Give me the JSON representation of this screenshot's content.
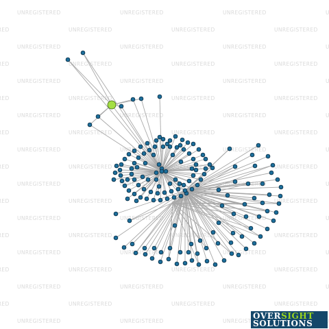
{
  "watermark": {
    "text": "UNREGISTERED"
  },
  "colors": {
    "background": "#ffffff",
    "edge": "#a8a8a8",
    "node_fill": "#1d6e9a",
    "node_stroke": "#0a2c42",
    "highlight_fill": "#a4df44",
    "highlight_stroke": "#3d5e12",
    "watermark": "#dadada",
    "logo_bg": "#14476a",
    "logo_accent": "#9bd51f"
  },
  "logo": {
    "line1_a": "OVER",
    "line1_b": "SIGHT",
    "line2": "SOLUTIONS"
  }
}
